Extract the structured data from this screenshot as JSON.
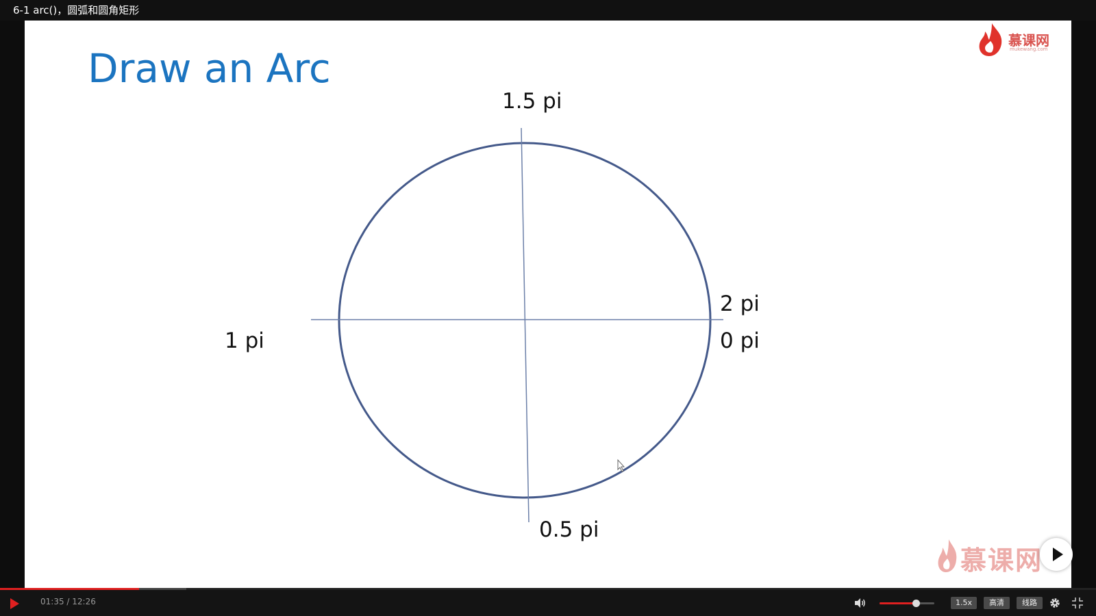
{
  "window": {
    "title": "6-1 arc()，圆弧和圆角矩形"
  },
  "slide": {
    "title": "Draw an Arc",
    "labels": {
      "top": "1.5 pi",
      "right_upper": "2 pi",
      "right_lower": "0 pi",
      "left": "1 pi",
      "bottom": "0.5 pi"
    },
    "circle_color": "#44598a",
    "axis_color": "#6b7fa8",
    "title_color": "#1b74c0"
  },
  "branding": {
    "logo_text": "慕课网",
    "logo_sub": "mukewang.com",
    "watermark_text": "慕课网",
    "color": "#e0322b"
  },
  "player": {
    "current_time": "01:35",
    "duration": "12:26",
    "time_display": "01:35 / 12:26",
    "played_fraction": 0.127,
    "buffered_fraction": 0.17,
    "volume_fraction": 0.66,
    "speed_label": "1.5x",
    "quality_label": "高清",
    "route_label": "线路",
    "accent_color": "#e02020",
    "icons": {
      "play": "play-icon",
      "volume": "volume-icon",
      "settings": "gear-icon",
      "exit_fullscreen": "exit-fullscreen-icon",
      "overlay_play": "play-overlay-icon"
    }
  }
}
